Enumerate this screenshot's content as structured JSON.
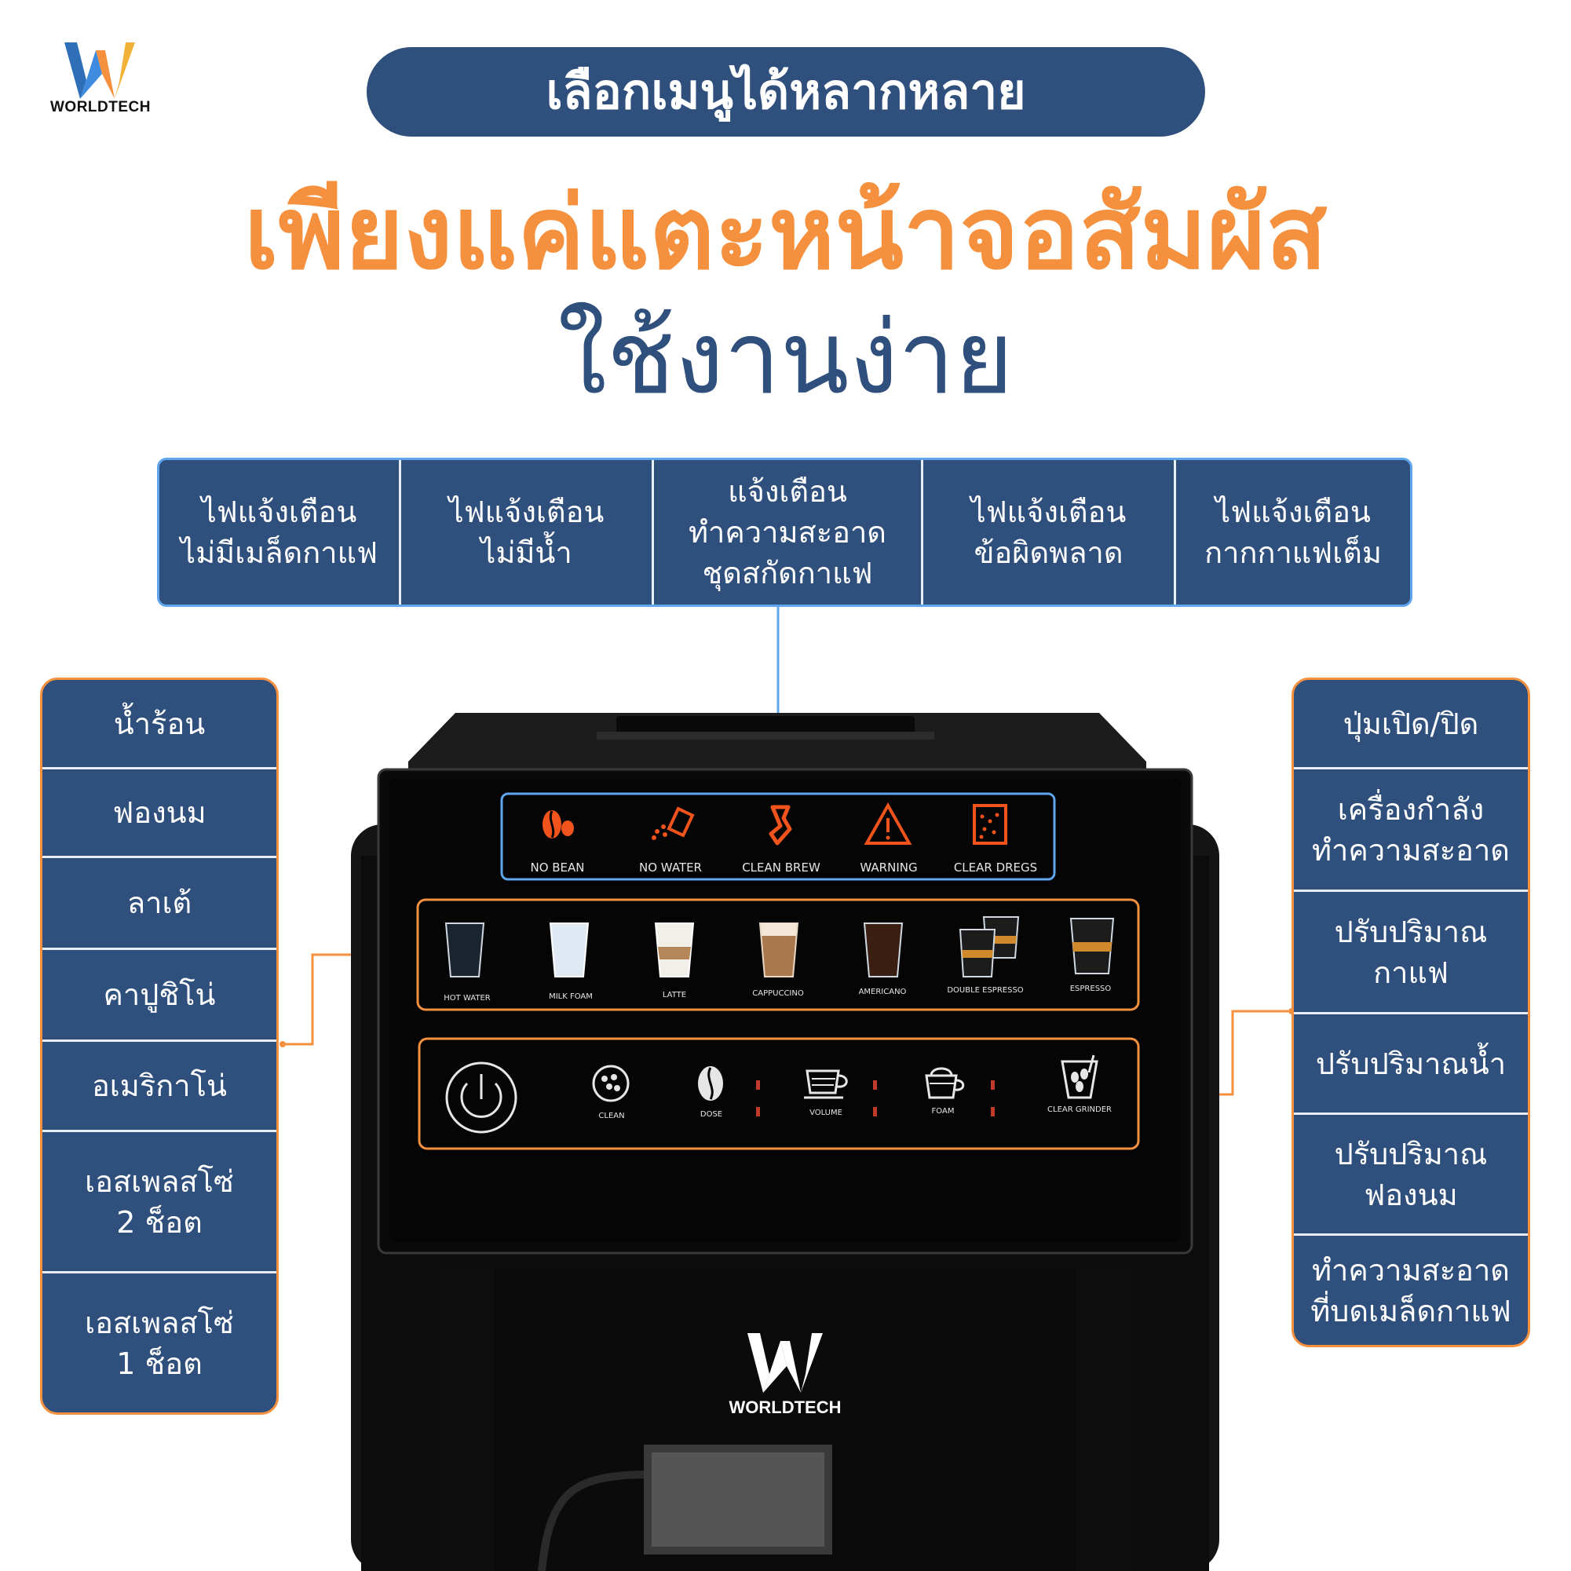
{
  "brand": {
    "name": "WORLDTECH",
    "colors": {
      "navy": "#2f4f7c",
      "orange": "#f5913e",
      "blue_outline": "#5fa6ee"
    }
  },
  "header": {
    "pill_text": "เลือกเมนูได้หลากหลาย",
    "headline": "เพียงแค่แตะหน้าจอสัมผัส",
    "subline": "ใช้งานง่าย"
  },
  "indicators": [
    {
      "text": "ไฟแจ้งเตือน\nไม่มีเมล็ดกาแฟ"
    },
    {
      "text": "ไฟแจ้งเตือน\nไม่มีน้ำ"
    },
    {
      "text": "แจ้งเตือน\nทำความสะอาด\nชุดสกัดกาแฟ"
    },
    {
      "text": "ไฟแจ้งเตือน\nข้อผิดพลาด"
    },
    {
      "text": "ไฟแจ้งเตือน\nกากกาแฟเต็ม"
    }
  ],
  "left_menu": [
    {
      "text": "น้ำร้อน"
    },
    {
      "text": "ฟองนม"
    },
    {
      "text": "ลาเต้"
    },
    {
      "text": "คาปูชิโน่"
    },
    {
      "text": "อเมริกาโน่"
    },
    {
      "text": "เอสเพลสโซ่\n2 ช็อต"
    },
    {
      "text": "เอสเพลสโซ่\n1 ช็อต"
    }
  ],
  "right_menu": [
    {
      "text": "ปุ่มเปิด/ปิด"
    },
    {
      "text": "เครื่องกำลัง\nทำความสะอาด"
    },
    {
      "text": "ปรับปริมาณ\nกาแฟ"
    },
    {
      "text": "ปรับปริมาณน้ำ"
    },
    {
      "text": "ปรับปริมาณ\nฟองนม"
    },
    {
      "text": "ทำความสะอาด\nที่บดเมล็ดกาแฟ"
    }
  ],
  "panel": {
    "warnings": [
      {
        "label": "NO BEAN",
        "icon": "coffee-bean-icon"
      },
      {
        "label": "NO WATER",
        "icon": "water-drop-icon"
      },
      {
        "label": "CLEAN BREW",
        "icon": "brew-unit-icon"
      },
      {
        "label": "WARNING",
        "icon": "warning-triangle-icon"
      },
      {
        "label": "CLEAR DREGS",
        "icon": "dregs-bin-icon"
      }
    ],
    "drinks": [
      {
        "label": "HOT WATER"
      },
      {
        "label": "MILK FOAM"
      },
      {
        "label": "LATTE"
      },
      {
        "label": "CAPPUCCINO"
      },
      {
        "label": "AMERICANO"
      },
      {
        "label": "DOUBLE ESPRESSO"
      },
      {
        "label": "ESPRESSO"
      }
    ],
    "controls": [
      {
        "label": "CLEAN"
      },
      {
        "label": "DOSE"
      },
      {
        "label": "VOLUME"
      },
      {
        "label": "FOAM"
      },
      {
        "label": "CLEAR GRINDER"
      }
    ]
  }
}
